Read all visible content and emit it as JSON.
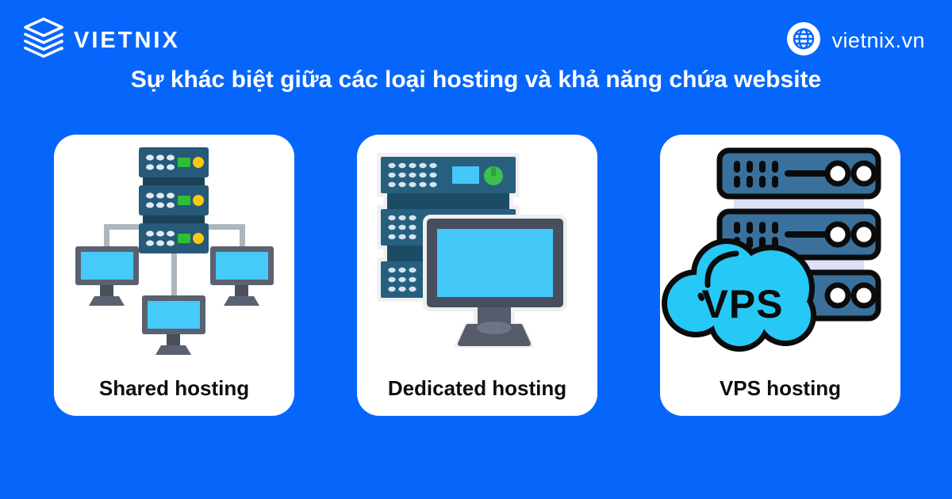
{
  "header": {
    "brand": "VIETNIX",
    "website": "vietnix.vn"
  },
  "title": "Sự khác biệt giữa các loại hosting và khả năng chứa website",
  "cards": [
    {
      "id": "shared",
      "label": "Shared hosting"
    },
    {
      "id": "dedicated",
      "label": "Dedicated hosting"
    },
    {
      "id": "vps",
      "label": "VPS hosting",
      "cloud_text": "VPS"
    }
  ],
  "colors": {
    "background": "#0666FB",
    "card_background": "#FFFFFF",
    "title_text": "#FFFFFF",
    "label_text": "#0D0D12",
    "server_teal": "#275979",
    "server_teal_dark": "#1B4157",
    "dedicated_server_teal": "#27607F",
    "dedicated_band_dark": "#1C4B66",
    "led_green": "#2BBF33",
    "led_yellow": "#FFC808",
    "knob_green": "#3EC050",
    "screen_cyan": "#45CAFA",
    "monitor_frame_gray": "#5A6170",
    "dedicated_monitor_frame": "#474E5D",
    "stand_gray": "#565C6B",
    "connector_gray": "#AEB6BD",
    "sticker_outline": "#EFEFF2",
    "vps_server_blue": "#3A719C",
    "vps_band_lavender": "#DCE0F5",
    "vps_cloud_cyan": "#26C9F6",
    "outline_black": "#0B0B0B"
  }
}
